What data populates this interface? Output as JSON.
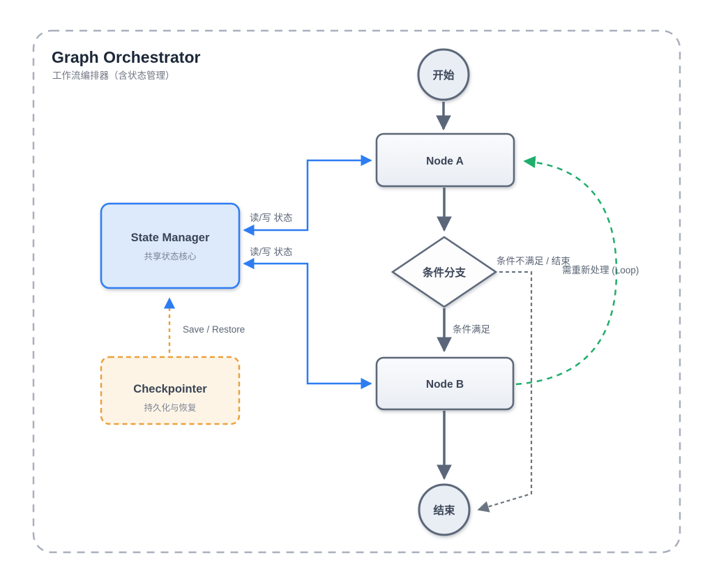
{
  "header": {
    "title": "Graph Orchestrator",
    "subtitle": "工作流编排器（含状态管理）"
  },
  "nodes": {
    "start": {
      "label": "开始",
      "shape": "circle"
    },
    "node_a": {
      "label": "Node A",
      "shape": "rounded-rect"
    },
    "decision": {
      "label": "条件分支",
      "shape": "diamond"
    },
    "node_b": {
      "label": "Node B",
      "shape": "rounded-rect"
    },
    "end": {
      "label": "结束",
      "shape": "circle"
    },
    "state_manager": {
      "title": "State Manager",
      "subtitle": "共享状态核心"
    },
    "checkpointer": {
      "title": "Checkpointer",
      "subtitle": "持久化与恢复"
    }
  },
  "edges": {
    "start_to_node_a": {
      "label": ""
    },
    "node_a_to_decision": {
      "label": ""
    },
    "decision_to_node_b": {
      "label": "条件满足"
    },
    "node_b_to_end": {
      "label": ""
    },
    "state_rw_top": {
      "label": "读/写 状态"
    },
    "state_rw_bottom": {
      "label": "读/写 状态"
    },
    "checkpoint_link": {
      "label": "Save / Restore"
    },
    "decision_to_end": {
      "label": "条件不满足 / 结束"
    },
    "loop_back": {
      "label": "需重新处理 (Loop)"
    }
  },
  "colors": {
    "slate": "#5b6779",
    "blue": "#2e7cf2",
    "green": "#1fae6b",
    "orange": "#eba13c",
    "gray_dash": "#6b7480",
    "border_dash": "#a9afbd",
    "node_fill": "#eef1f6",
    "state_manager_fill": "#dceafb",
    "checkpointer_fill": "#fdf4e5",
    "title_text": "#1c2738",
    "label_text": "#5a6575"
  }
}
